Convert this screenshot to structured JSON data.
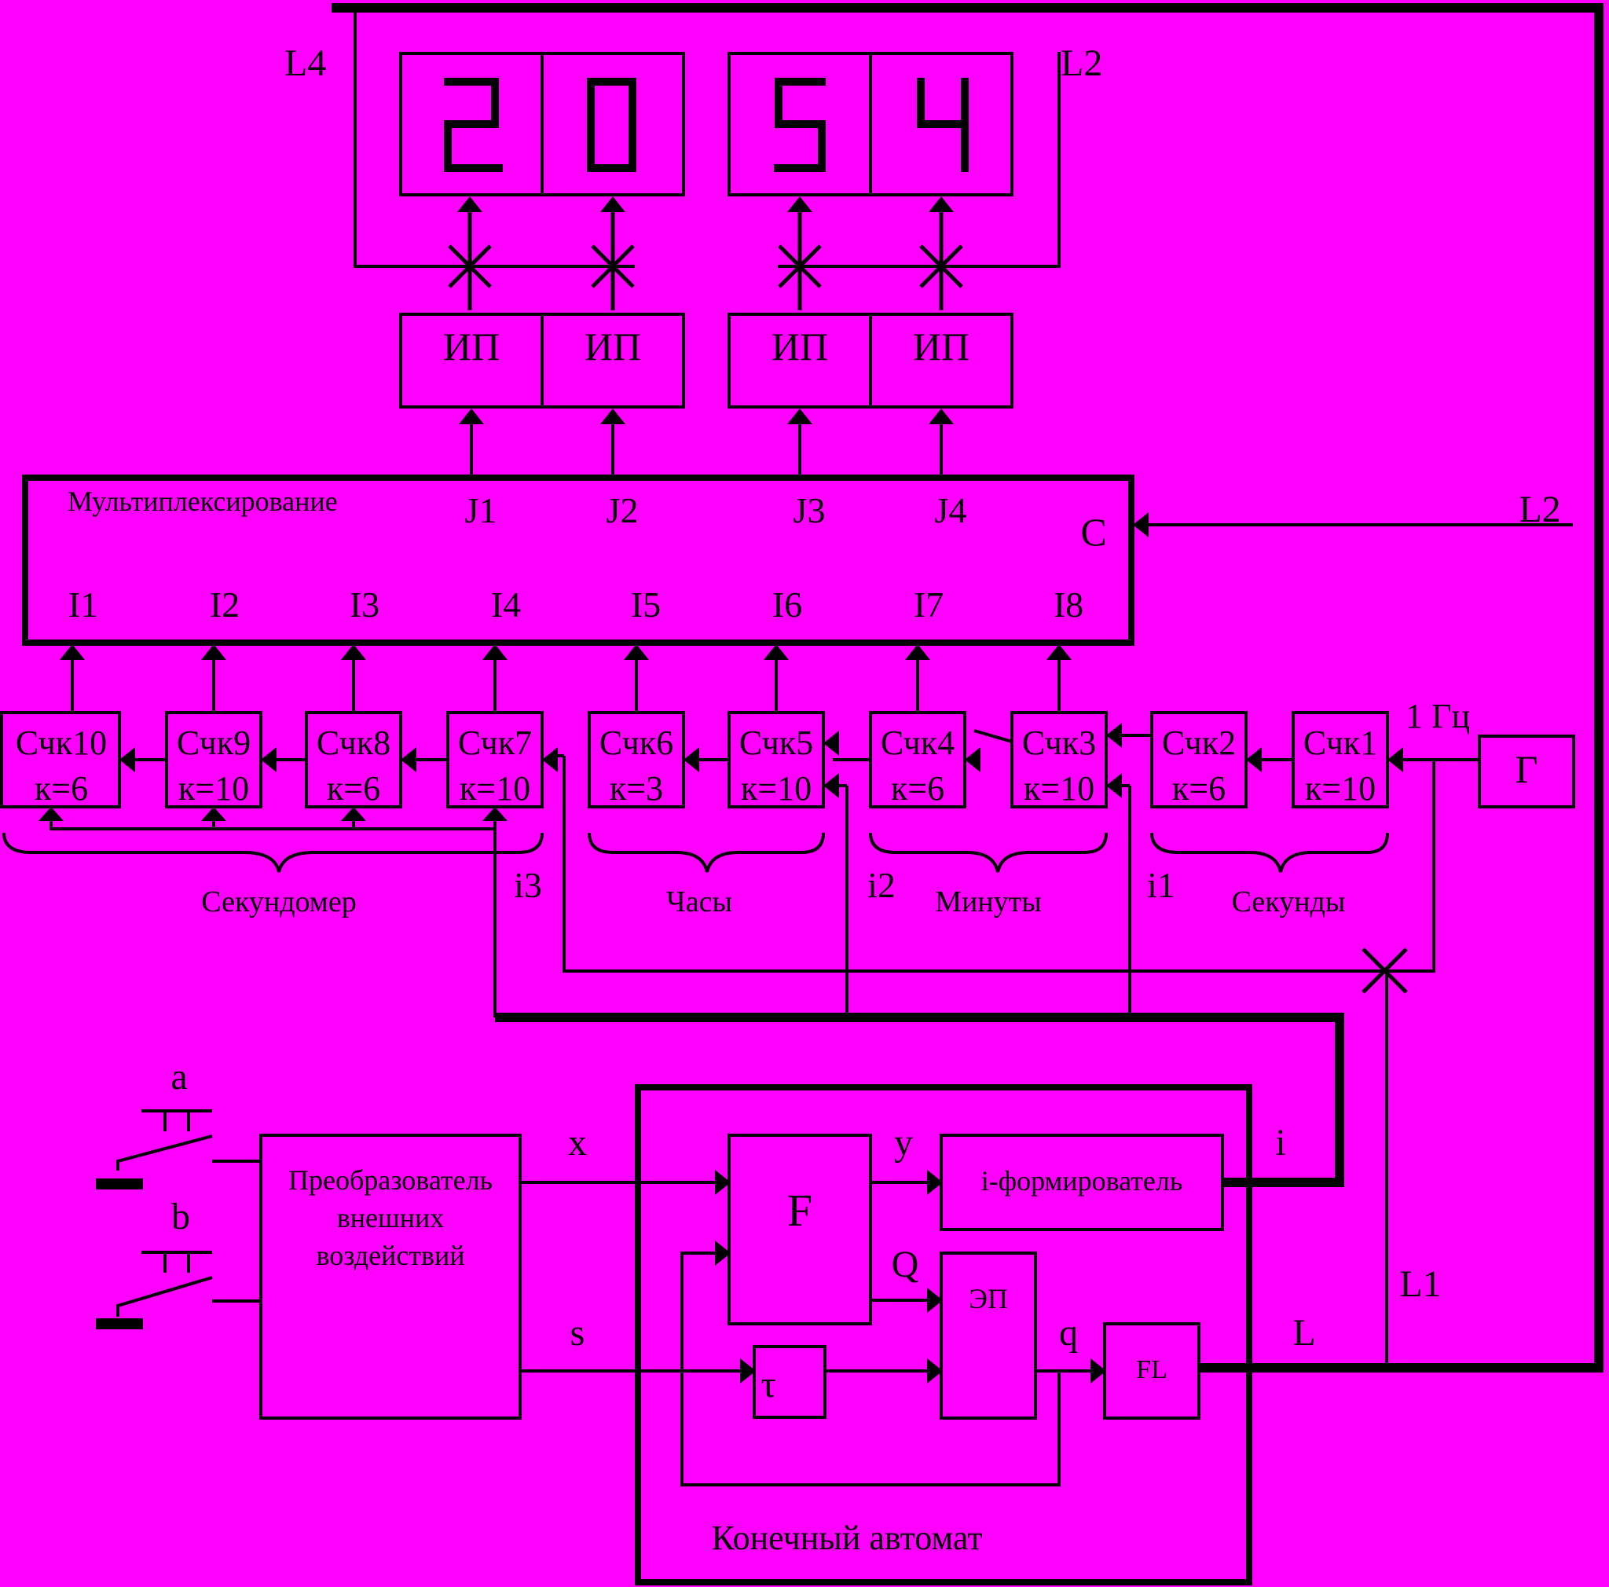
{
  "colors": {
    "background": "#FF00FF",
    "ink": "#000000"
  },
  "display": {
    "digits": [
      "2",
      "0",
      "5",
      "4"
    ],
    "label_left": "L4",
    "label_right": "L2",
    "drivers": [
      "ИП",
      "ИП",
      "ИП",
      "ИП"
    ]
  },
  "mux": {
    "title": "Мультиплексирование",
    "outputs": [
      "J1",
      "J2",
      "J3",
      "J4"
    ],
    "control": "C",
    "inputs": [
      "I1",
      "I2",
      "I3",
      "I4",
      "I5",
      "I6",
      "I7",
      "I8"
    ],
    "control_line_label": "L2"
  },
  "counters": [
    {
      "name": "Счк10",
      "k": "к=6"
    },
    {
      "name": "Счк9",
      "k": "к=10"
    },
    {
      "name": "Счк8",
      "k": "к=6"
    },
    {
      "name": "Счк7",
      "k": "к=10"
    },
    {
      "name": "Счк6",
      "k": "к=3"
    },
    {
      "name": "Счк5",
      "k": "к=10"
    },
    {
      "name": "Счк4",
      "k": "к=6"
    },
    {
      "name": "Счк3",
      "k": "к=10"
    },
    {
      "name": "Счк2",
      "k": "к=6"
    },
    {
      "name": "Счк1",
      "k": "к=10"
    }
  ],
  "generator": {
    "label": "Г",
    "freq": "1 Гц"
  },
  "groups": [
    "Секундомер",
    "Часы",
    "Минуты",
    "Секунды"
  ],
  "signals": {
    "i1": "i1",
    "i2": "i2",
    "i3": "i3",
    "L1": "L1",
    "L": "L",
    "i": "i",
    "x": "x",
    "s": "s",
    "y": "y",
    "Q": "Q",
    "q": "q"
  },
  "buttons": [
    "a",
    "b"
  ],
  "converter": [
    "Преобразователь",
    "внешних",
    "воздействий"
  ],
  "automaton": {
    "title": "Конечный автомат",
    "F": "F",
    "i_former": "i-формирователь",
    "ep": "ЭП",
    "tau": "τ",
    "fl": "FL"
  }
}
